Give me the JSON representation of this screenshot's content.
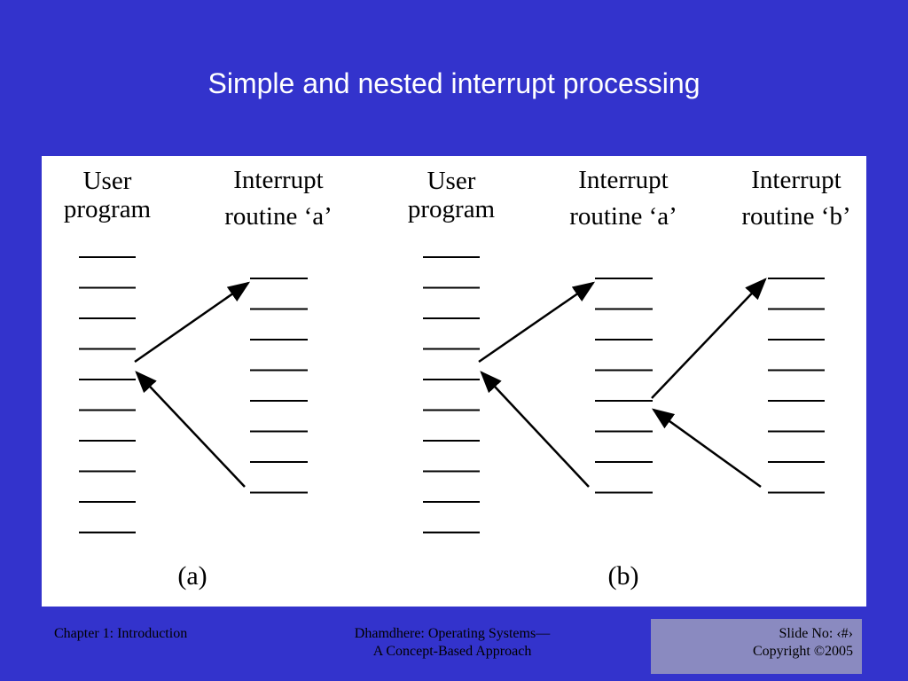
{
  "slide": {
    "title": "Simple and nested interrupt processing"
  },
  "diagram": {
    "panel_a": {
      "user_program_heading": [
        "User",
        "program"
      ],
      "routine_a_heading": [
        "Interrupt",
        "routine ‘a’"
      ],
      "caption": "(a)"
    },
    "panel_b": {
      "user_program_heading": [
        "User",
        "program"
      ],
      "routine_a_heading": [
        "Interrupt",
        "routine ‘a’"
      ],
      "routine_b_heading": [
        "Interrupt",
        "routine ‘b’"
      ],
      "caption": "(b)"
    },
    "columns": {
      "user_program_lines": 10,
      "routine_a_lines": 8,
      "routine_b_lines": 8
    },
    "colors": {
      "background": "#3333cc",
      "panel": "#ffffff",
      "ink": "#000000",
      "footer_box": "#8a8ac0"
    }
  },
  "footer": {
    "chapter": "Chapter 1: Introduction",
    "book_line1": "Dhamdhere: Operating Systems—",
    "book_line2": "A Concept-Based Approach",
    "slide_no": "Slide No: ‹#›",
    "copyright": "Copyright ©2005"
  }
}
